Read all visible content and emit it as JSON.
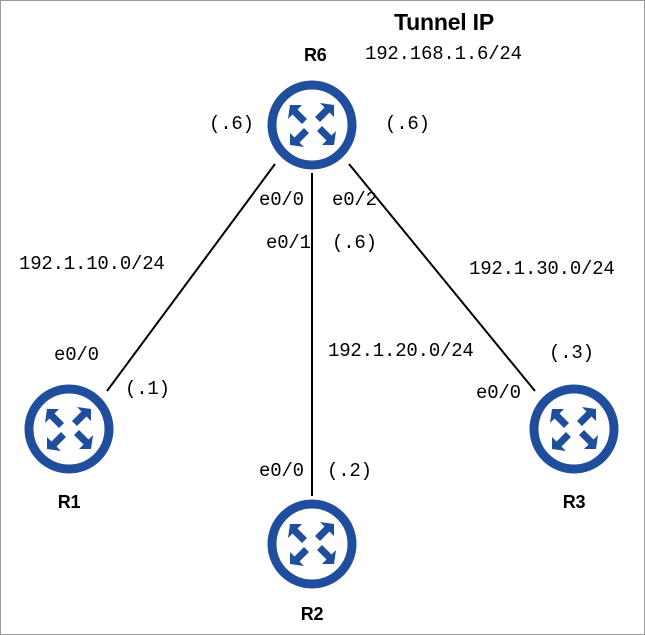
{
  "diagram": {
    "title": "Tunnel IP",
    "title_subvalue": "192.168.1.6/24",
    "accent_color": "#1F4E9C",
    "border_color": "#9a9a9a",
    "line_color": "#000000",
    "routers": [
      {
        "id": "r6",
        "name": "R6",
        "icon": "router-icon"
      },
      {
        "id": "r1",
        "name": "R1",
        "icon": "router-icon"
      },
      {
        "id": "r2",
        "name": "R2",
        "icon": "router-icon"
      },
      {
        "id": "r3",
        "name": "R3",
        "icon": "router-icon"
      }
    ],
    "networks": [
      {
        "id": "net_left",
        "cidr": "192.1.10.0/24"
      },
      {
        "id": "net_mid",
        "cidr": "192.1.20.0/24"
      },
      {
        "id": "net_right",
        "cidr": "192.1.30.0/24"
      }
    ],
    "labels": {
      "r6_host_left": "(.6)",
      "r6_host_right": "(.6)",
      "r6_host_mid": "(.6)",
      "r6_if_left": "e0/0",
      "r6_if_mid": "e0/1",
      "r6_if_right": "e0/2",
      "r1_if": "e0/0",
      "r1_host": "(.1)",
      "r2_if": "e0/0",
      "r2_host": "(.2)",
      "r3_if": "e0/0",
      "r3_host": "(.3)"
    }
  }
}
